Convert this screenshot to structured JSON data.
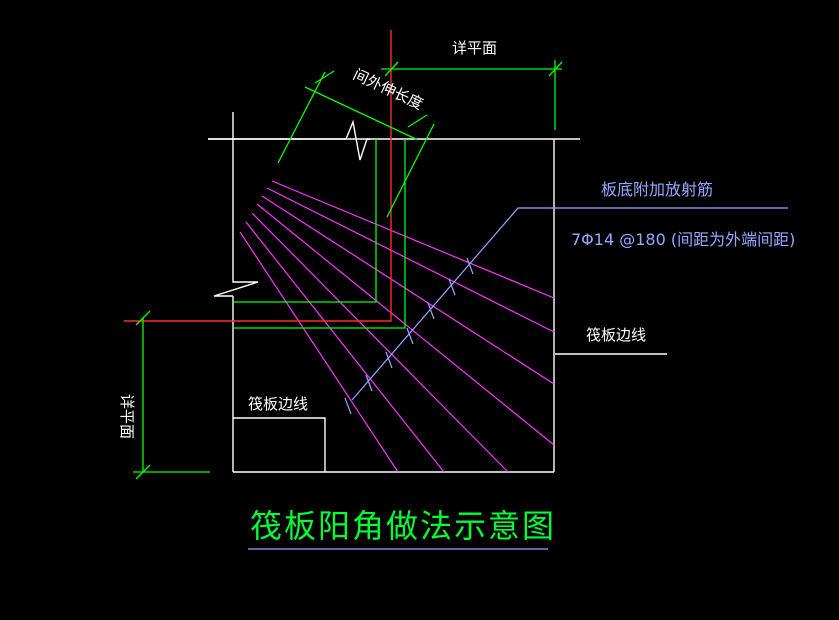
{
  "labels": {
    "dim_top_right": "详平面",
    "dim_outward": "间外伸长度",
    "dim_left": "详平面",
    "rebar_title": "板底附加放射筋",
    "rebar_spec": "7Φ14 @180 (间距为外端间距)",
    "edge_right": "筏板边线",
    "edge_left": "筏板边线",
    "diagram_title": "筏板阳角做法示意图"
  },
  "colors": {
    "background": "#000000",
    "outline": "#ffffff",
    "rebar": "#ff33ff",
    "centerline": "#ff2a2a",
    "bar_green": "#00ff00",
    "leader": "#9aa6ff",
    "title": "#00ff33"
  }
}
